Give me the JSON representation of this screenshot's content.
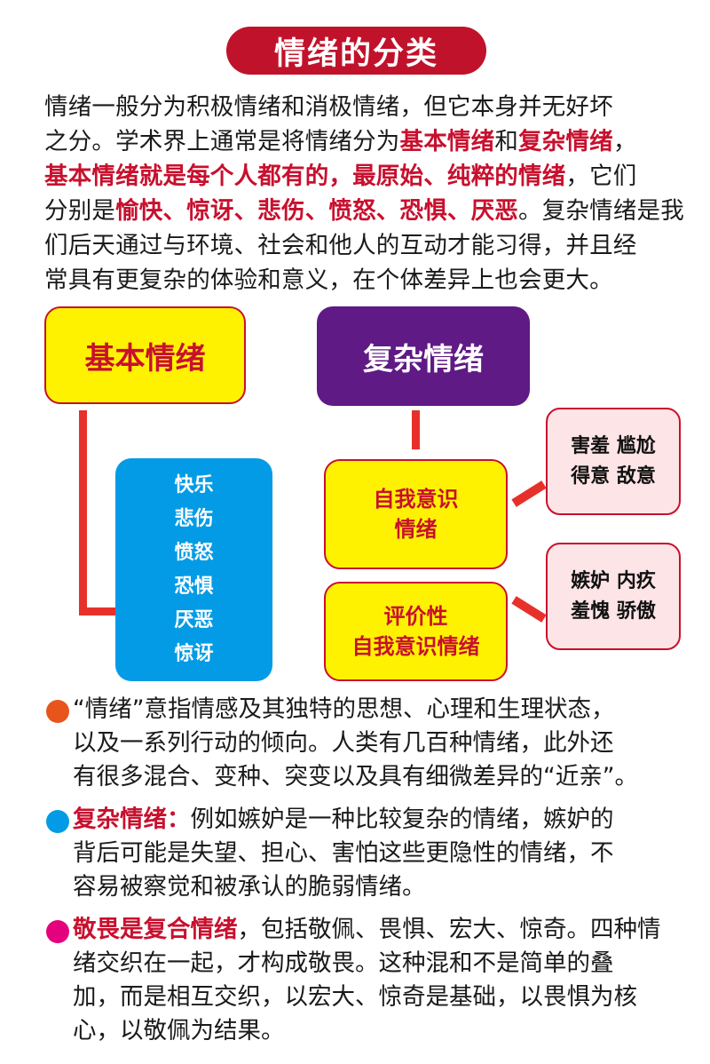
{
  "title": "情绪的分类",
  "colors": {
    "title_bg": "#c0132b",
    "emphasis_red": "#c8102e",
    "basic_box_bg": "#fff200",
    "complex_box_bg": "#5f1a85",
    "basic_list_bg": "#039be5",
    "example_box_bg": "#fde4e6",
    "connector": "#e8302a",
    "bullet_orange": "#e8551c",
    "bullet_blue": "#039be5",
    "bullet_magenta": "#e5007e",
    "highlight": "#fff200"
  },
  "intro": {
    "line1": {
      "highlight": "情绪一般",
      "rest": "分为积极情绪和消极情绪，但它本身并无好坏"
    },
    "line2": {
      "a": "之分。学术界上通常是将情绪分为",
      "b": "基本情绪",
      "c": "和",
      "d": "复杂情绪",
      "e": "，"
    },
    "line3": {
      "a": "基本情绪就是每个人都有的，最原始、纯粹的情绪",
      "b": "，它们"
    },
    "line4": {
      "a": "分别是",
      "b": "愉快、惊讶、悲伤、愤怒、恐惧、厌恶",
      "c": "。复杂情绪是我"
    },
    "line5": "们后天通过与环境、社会和他人的互动才能习得，并且经",
    "line6": "常具有更复杂的体验和意义，在个体差异上也会更大。"
  },
  "diagram": {
    "basic": {
      "label": "基本情绪",
      "items": [
        "快乐",
        "悲伤",
        "愤怒",
        "恐惧",
        "厌恶",
        "惊讶"
      ]
    },
    "complex": {
      "label": "复杂情绪",
      "children": [
        {
          "line1": "自我意识",
          "line2": "情绪",
          "examples": [
            "害羞 尴尬",
            "得意 敌意"
          ]
        },
        {
          "line1": "评价性",
          "line2": "自我意识情绪",
          "examples": [
            "嫉妒 内疚",
            "羞愧 骄傲"
          ]
        }
      ]
    }
  },
  "bullets": [
    {
      "color": "orange",
      "lead": "",
      "lines": [
        "“情绪”意指情感及其独特的思想、心理和生理状态，",
        "以及一系列行动的倾向。人类有几百种情绪，此外还",
        "有很多混合、变种、突变以及具有细微差异的“近亲”。"
      ]
    },
    {
      "color": "blue",
      "lead": "复杂情绪：",
      "first_rest": "例如嫉妒是一种比较复杂的情绪，嫉妒的",
      "lines": [
        "背后可能是失望、担心、害怕这些更隐性的情绪，不",
        "容易被察觉和被承认的脆弱情绪。"
      ]
    },
    {
      "color": "magenta",
      "lead": "敬畏是复合情绪",
      "first_rest": "，包括敬佩、畏惧、宏大、惊奇。四种情",
      "lines": [
        "绪交织在一起，才构成敬畏。这种混和不是简单的叠",
        "加，而是相互交织，以宏大、惊奇是基础，以畏惧为核",
        "心，以敬佩为结果。"
      ]
    }
  ]
}
